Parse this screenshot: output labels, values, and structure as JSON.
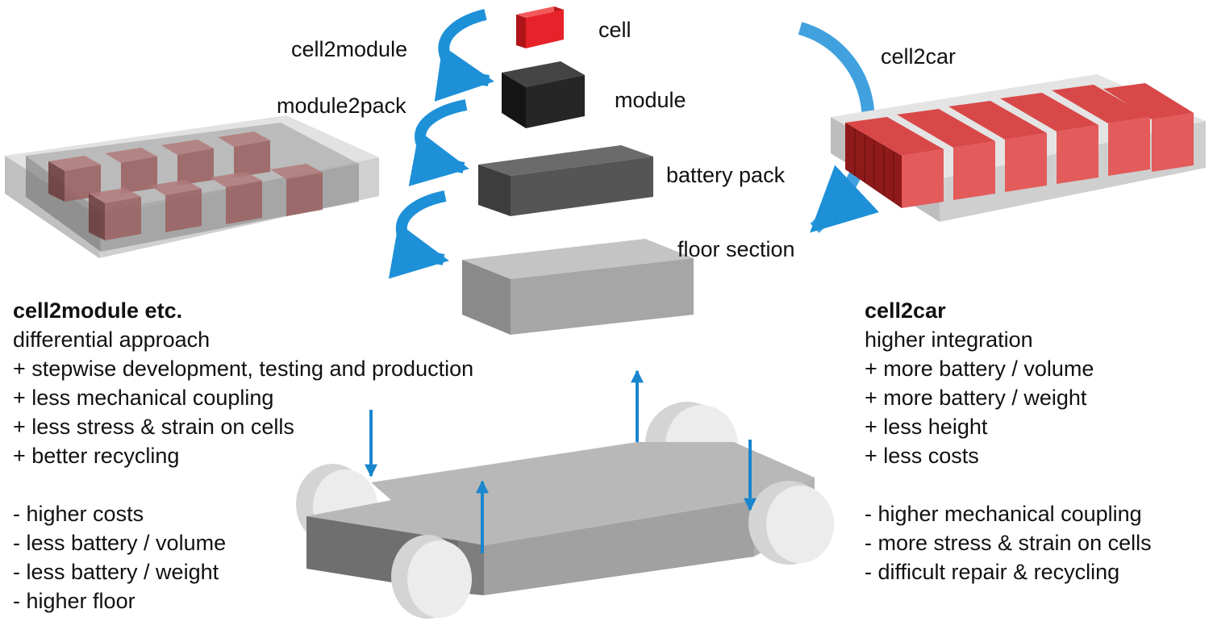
{
  "colors": {
    "cell_red": "#e8222a",
    "module_black": "#222222",
    "pack_dark": "#555555",
    "floor_grey": "#a6a6a6",
    "arrow_blue": "#1e90d8"
  },
  "stack_labels": {
    "cell": "cell",
    "module": "module",
    "battery_pack": "battery pack",
    "floor_section": "floor section"
  },
  "arrow_labels": {
    "cell2module": "cell2module",
    "module2pack": "module2pack",
    "cell2car": "cell2car"
  },
  "left_column": {
    "title": "cell2module etc.",
    "subtitle": "differential approach",
    "pros": [
      "+ stepwise development, testing and production",
      "+ less mechanical coupling",
      "+ less stress & strain on cells",
      "+ better recycling"
    ],
    "cons": [
      "- higher costs",
      "- less battery / volume",
      "- less battery / weight",
      "- higher floor"
    ]
  },
  "right_column": {
    "title": "cell2car",
    "subtitle": "higher integration",
    "pros": [
      "+ more battery / volume",
      "+ more battery / weight",
      "+ less height",
      "+ less costs"
    ],
    "cons": [
      "- higher mechanical coupling",
      "- more stress & strain on cells",
      "- difficult repair & recycling"
    ]
  }
}
